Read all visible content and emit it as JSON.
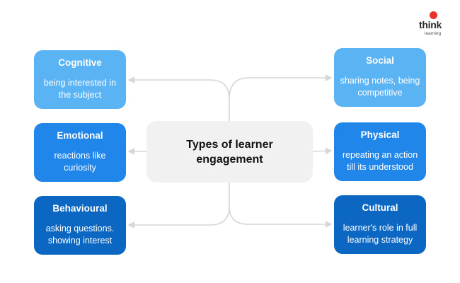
{
  "center": {
    "title": "Types of learner engagement"
  },
  "logo": {
    "word": "think",
    "sub": "learning",
    "dot_color": "#e8322b"
  },
  "cards": {
    "cognitive": {
      "title": "Cognitive",
      "desc": "being interested in the subject"
    },
    "emotional": {
      "title": "Emotional",
      "desc": "reactions like curiosity"
    },
    "behavioural": {
      "title": "Behavioural",
      "desc": "asking questions. showing interest"
    },
    "social": {
      "title": "Social",
      "desc": "sharing notes, being competitive"
    },
    "physical": {
      "title": "Physical",
      "desc": "repeating an action till its understood"
    },
    "cultural": {
      "title": "Cultural",
      "desc": "learner's role in full learning strategy"
    }
  },
  "colors": {
    "light": "#5ab3f3",
    "mid": "#2086e9",
    "dark": "#0b67c2",
    "center_bg": "#f1f1f1",
    "connector": "#d6d6d6"
  }
}
